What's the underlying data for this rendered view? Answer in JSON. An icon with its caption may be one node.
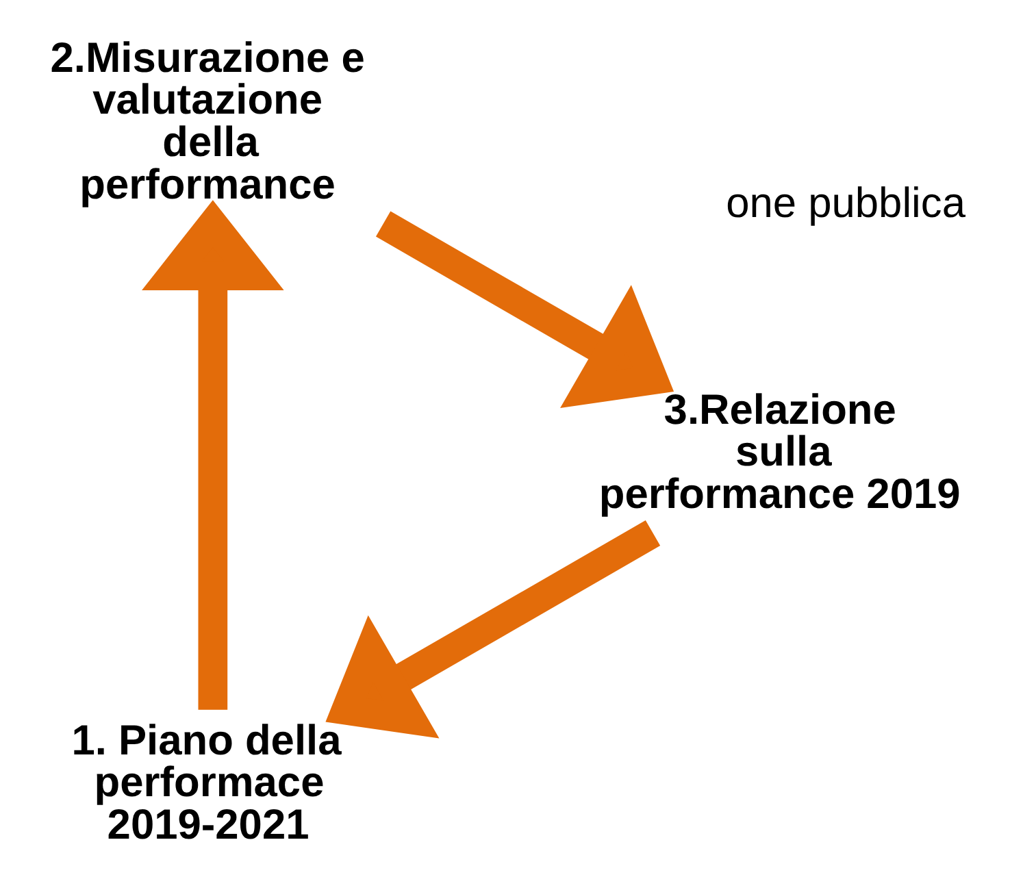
{
  "diagram": {
    "nodes": [
      {
        "text": [
          "1. Piano della performace 2019-2021"
        ]
      },
      {
        "text": [
          "2.Misurazione e valutazione della performance"
        ]
      },
      {
        "text": [
          "3.Relazione sulla performance 2019"
        ]
      }
    ],
    "edges": [
      {
        "from": 0,
        "to": 1,
        "arrow": "to"
      },
      {
        "from": 1,
        "to": 2,
        "arrow": "to"
      },
      {
        "from": 2,
        "to": 0,
        "arrow": "to"
      }
    ],
    "labels": [
      "one pubblica"
    ]
  }
}
